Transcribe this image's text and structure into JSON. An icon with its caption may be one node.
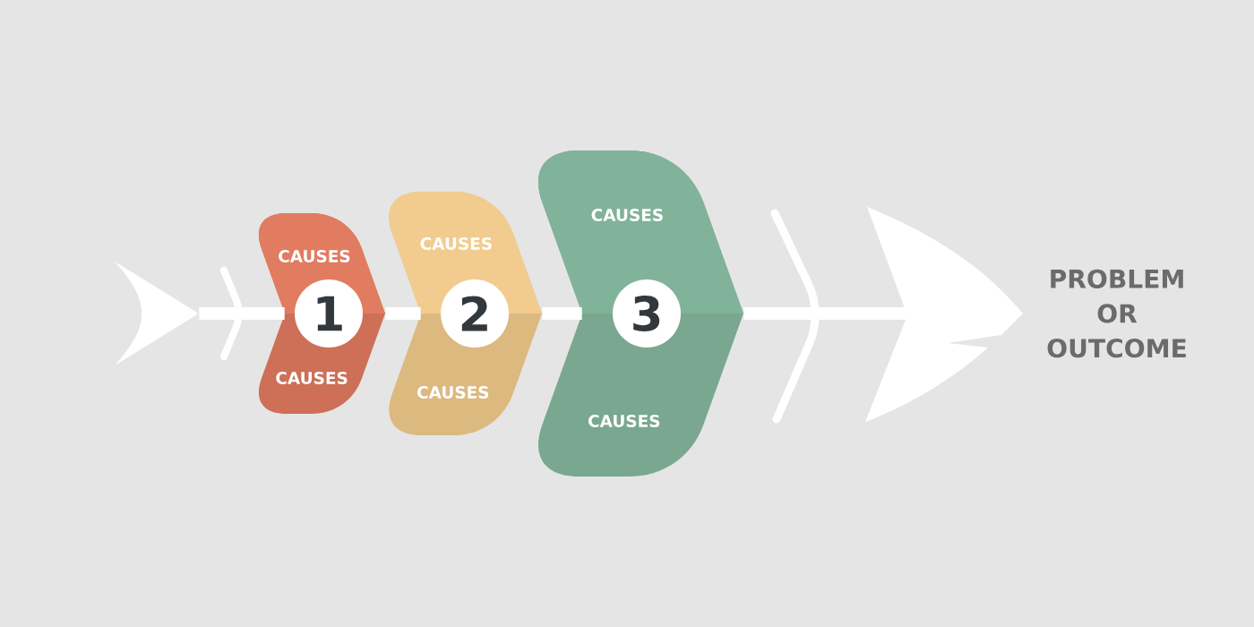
{
  "diagram": {
    "nodes": [
      {
        "text": [],
        "shape": "chevron"
      },
      {
        "text": [
          "CAUSES",
          "CAUSES"
        ]
      },
      {
        "text": [
          "1"
        ],
        "in": 1
      },
      {
        "text": [
          "CAUSES",
          "CAUSES"
        ]
      },
      {
        "text": [
          "2"
        ],
        "in": 3
      },
      {
        "text": [
          "CAUSES",
          "CAUSES"
        ]
      },
      {
        "text": [
          "3"
        ],
        "in": 5
      },
      {
        "text": [],
        "shape": "picture",
        "beside": [
          "PROBLEM OR OUTCOME"
        ]
      }
    ],
    "edges": [
      {
        "from": 0,
        "to": 1,
        "arrow": "none"
      },
      {
        "from": 1,
        "to": 3,
        "arrow": "none"
      },
      {
        "from": 3,
        "to": 5,
        "arrow": "none"
      },
      {
        "from": 5,
        "to": 7,
        "arrow": "none"
      }
    ]
  }
}
